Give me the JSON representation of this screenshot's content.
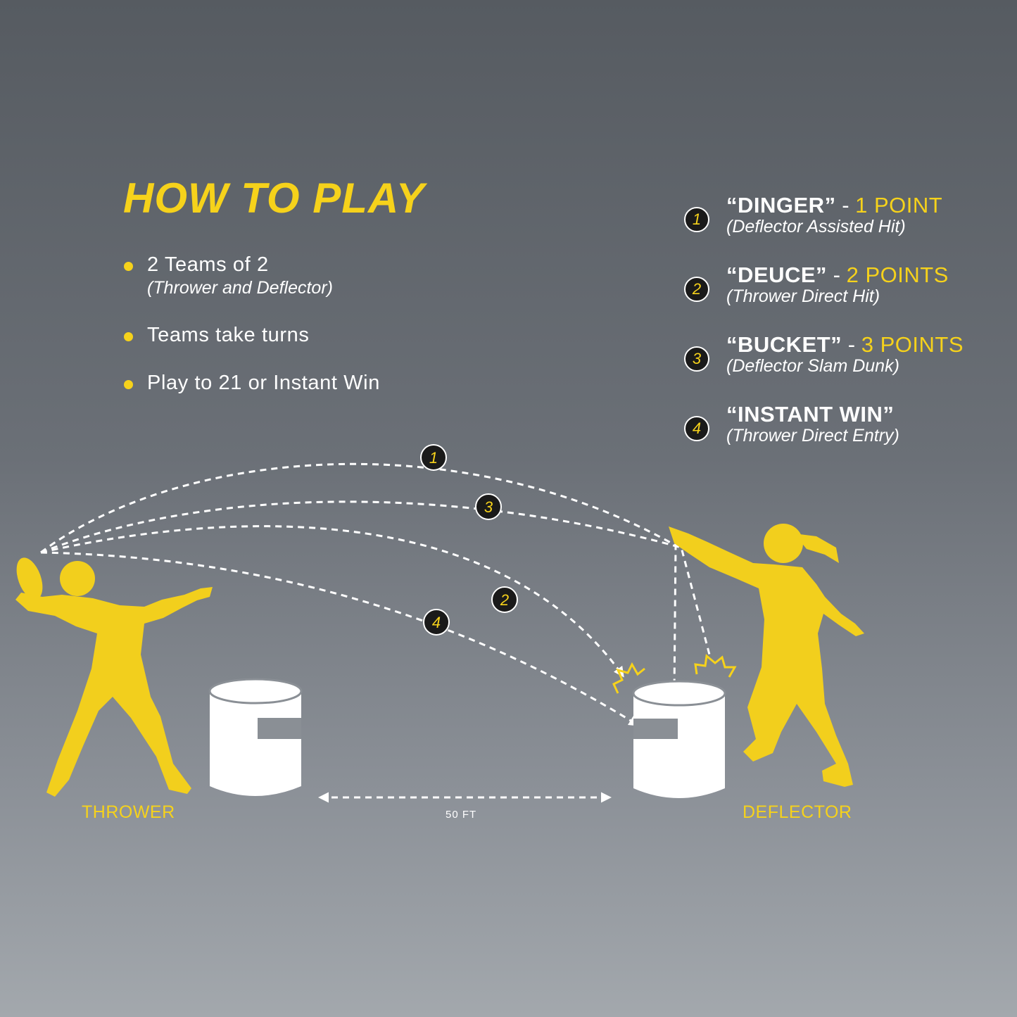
{
  "title": "HOW TO PLAY",
  "rules": [
    {
      "text": "2 Teams of 2",
      "sub": "(Thrower and Deflector)"
    },
    {
      "text": "Teams take turns"
    },
    {
      "text": "Play to 21 or Instant Win"
    }
  ],
  "scoring": [
    {
      "num": "1",
      "name": "“DINGER”",
      "dash": "-",
      "points": "1 POINT",
      "desc": "(Deflector Assisted Hit)"
    },
    {
      "num": "2",
      "name": "“DEUCE”",
      "dash": "-",
      "points": "2 POINTS",
      "desc": "(Thrower Direct Hit)"
    },
    {
      "num": "3",
      "name": "“BUCKET”",
      "dash": "-",
      "points": "3 POINTS",
      "desc": "(Deflector Slam Dunk)"
    },
    {
      "num": "4",
      "name": "“INSTANT WIN”",
      "dash": "",
      "points": "",
      "desc": "(Thrower Direct Entry)"
    }
  ],
  "diagram": {
    "thrower_label": "THROWER",
    "deflector_label": "DEFLECTOR",
    "distance_label": "50 FT",
    "path_numbers": [
      "1",
      "3",
      "2",
      "4"
    ]
  },
  "colors": {
    "accent": "#f6d21b",
    "badge": "#1a1a1a",
    "bucket": "#ffffff"
  }
}
